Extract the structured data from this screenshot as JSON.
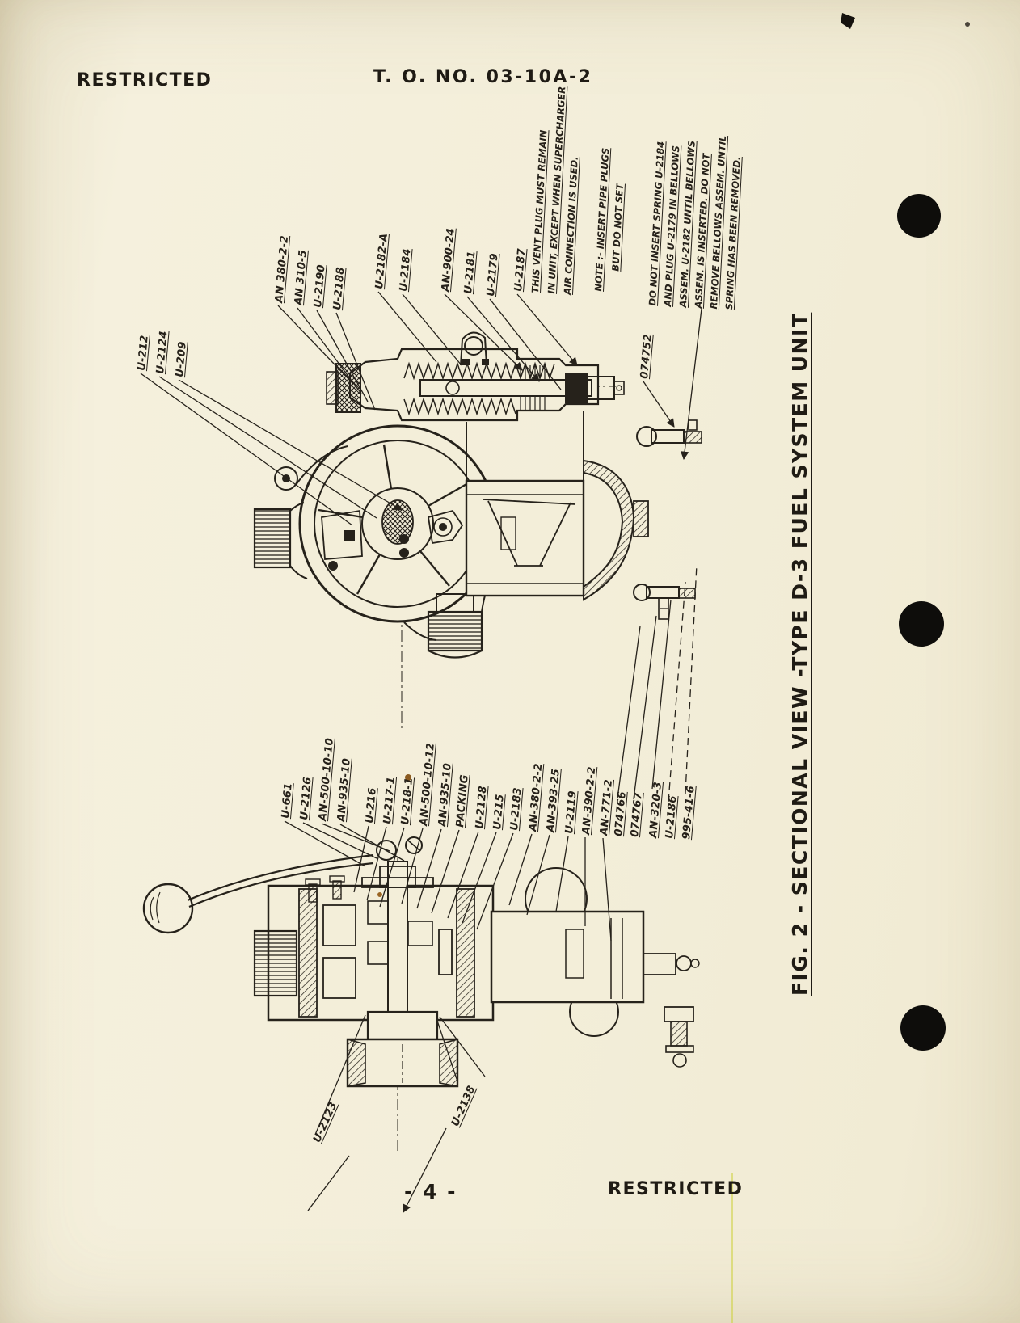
{
  "page": {
    "header_left": "RESTRICTED",
    "header_center": "T. O. NO. 03-10A-2",
    "footer_page_number": "- 4 -",
    "footer_right": "RESTRICTED",
    "figure_caption": "FIG. 2 - SECTIONAL VIEW -TYPE D-3 FUEL SYSTEM UNIT"
  },
  "colors": {
    "paper": "#f3eed9",
    "ink": "#26221b"
  },
  "artifacts": {
    "punch_holes": 3
  },
  "top_view": {
    "left_callouts": [
      "U-212",
      "U-2124",
      "U-209"
    ],
    "callouts": [
      "AN 380-2-2",
      "AN 310-5",
      "U-2190",
      "U-2188",
      "U-2182-A",
      "U-2184",
      "AN-900-24",
      "U-2181",
      "U-2179",
      "U-2187"
    ],
    "serial": "074752",
    "notes": [
      {
        "lines": [
          "THIS VENT PLUG MUST REMAIN",
          "IN UNIT, EXCEPT WHEN SUPERCHARGER",
          "AIR CONNECTION IS USED."
        ]
      },
      {
        "lines": [
          "NOTE :- INSERT PIPE PLUGS",
          "BUT DO NOT SET"
        ]
      },
      {
        "lines": [
          "DO NOT INSERT SPRING U-2184",
          "AND PLUG U-2179 IN BELLOWS",
          "ASSEM. U-2182 UNTIL BELLOWS",
          "ASSEM. IS INSERTED. DO NOT",
          "REMOVE BELLOWS ASSEM. UNTIL",
          "SPRING HAS BEEN REMOVED."
        ]
      }
    ]
  },
  "bottom_view": {
    "callouts": [
      "U-661",
      "U-2126",
      "AN-500-10-10",
      "AN-935-10",
      "U-216",
      "U-217-1",
      "U-218-1",
      "AN-500-10-12",
      "AN-935-10",
      "PACKING",
      "U-2128",
      "U-215",
      "U-2183",
      "AN-380-2-2",
      "AN-393-25",
      "U-2119",
      "AN-390-2-2",
      "AN-771-2",
      "074766",
      "074767",
      "AN-320-3",
      "U-2186",
      "995-41-6"
    ],
    "lower_callouts": [
      "U-2123",
      "U-2138"
    ]
  }
}
